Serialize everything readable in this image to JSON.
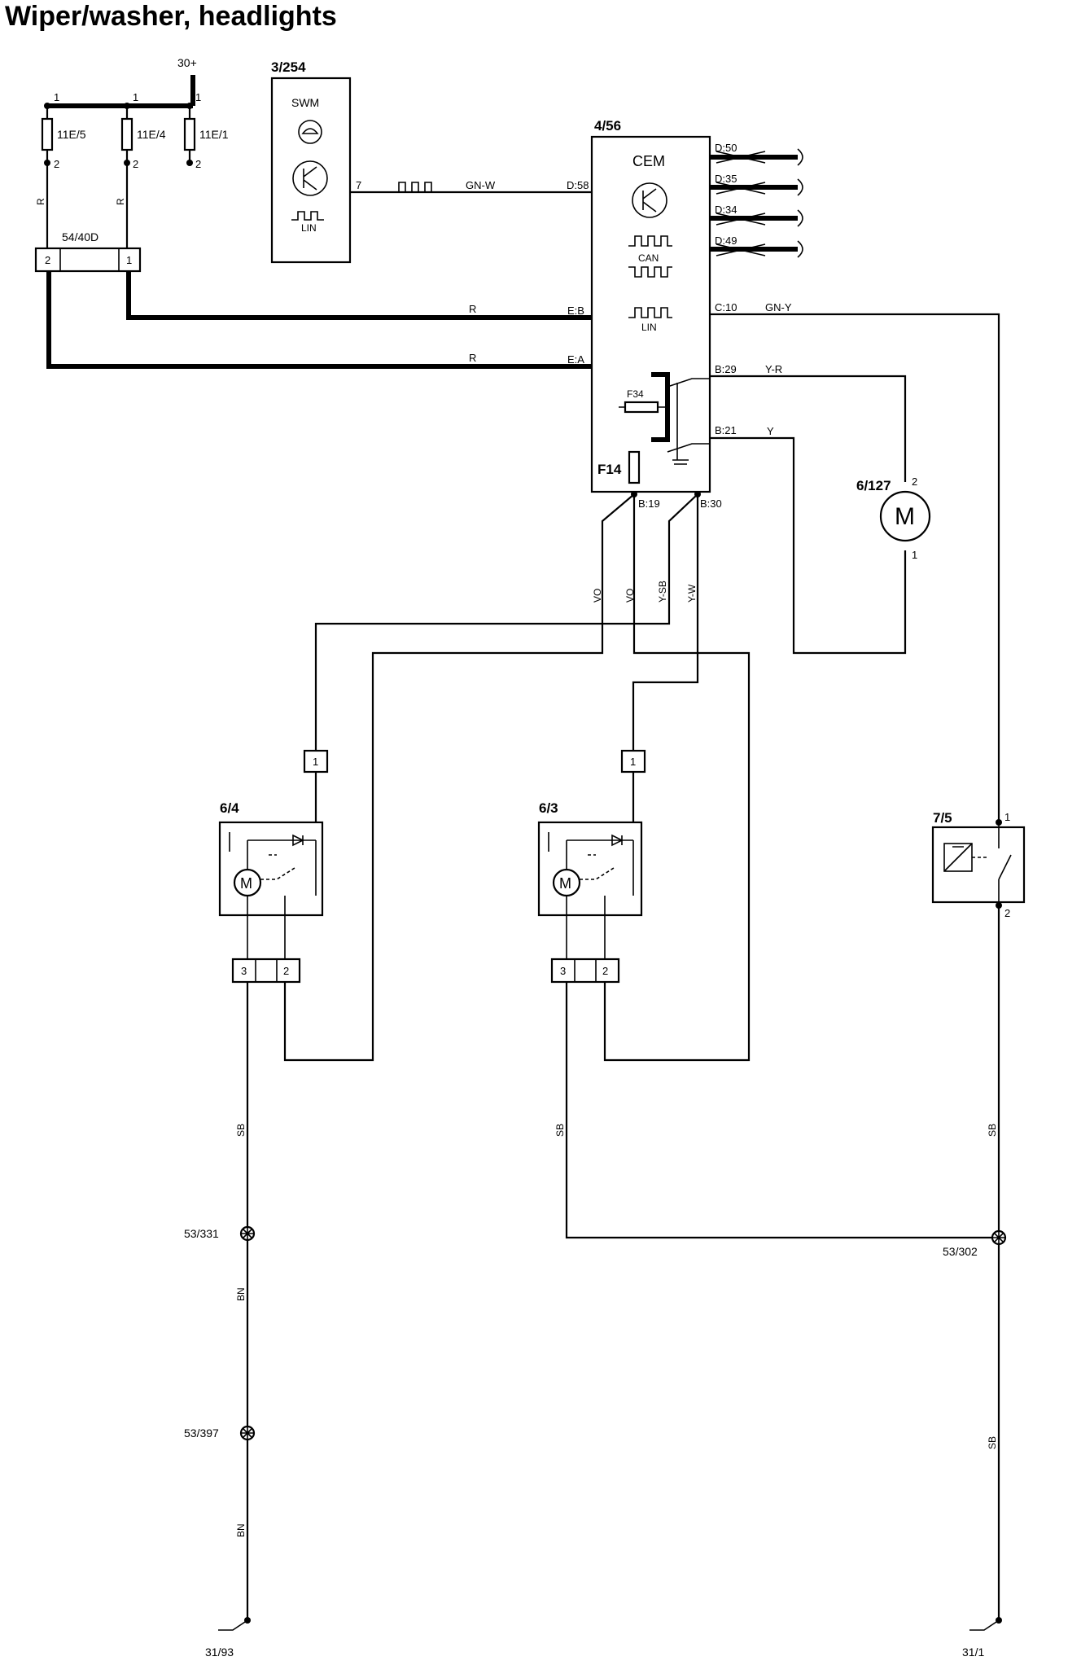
{
  "title": "Wiper/washer, headlights",
  "supply": {
    "battery": "30+",
    "fuses": [
      {
        "id": "11E/5",
        "pin_in": "1",
        "pin_out": "2"
      },
      {
        "id": "11E/4",
        "pin_in": "1",
        "pin_out": "2"
      },
      {
        "id": "11E/1",
        "pin_in": "1",
        "pin_out": "2"
      }
    ],
    "connector": {
      "id": "54/40D",
      "pin_left": "2",
      "pin_right": "1"
    }
  },
  "swm": {
    "id": "3/254",
    "name": "SWM",
    "bus": "LIN",
    "pin": "7"
  },
  "cem": {
    "id": "4/56",
    "name": "CEM",
    "bus_can": "CAN",
    "bus_lin": "LIN",
    "fuse_internal": "F34",
    "fuse_f14": "F14",
    "pins": {
      "d58": "D:58",
      "d50": "D:50",
      "d35": "D:35",
      "d34": "D:34",
      "d49": "D:49",
      "eb": "E:B",
      "ea": "E:A",
      "c10": "C:10",
      "b29": "B:29",
      "b21": "B:21",
      "b19": "B:19",
      "b30": "B:30"
    }
  },
  "wires": {
    "swm_cem": "GN-W",
    "eb": "R",
    "ea": "R",
    "fuse5": "R",
    "fuse4": "R",
    "c10": "GN-Y",
    "b29": "Y-R",
    "b21": "Y",
    "vo1": "VO",
    "vo2": "VO",
    "ysb": "Y-SB",
    "yw": "Y-W",
    "left_sb": "SB",
    "left_bn1": "BN",
    "left_bn2": "BN",
    "mid_sb": "SB",
    "right_sb1": "SB",
    "right_sb2": "SB"
  },
  "pump": {
    "id": "6/127",
    "symbol": "M",
    "pin_top": "2",
    "pin_bottom": "1"
  },
  "motor_left": {
    "id": "6/4",
    "symbol": "M",
    "conn_top": "1",
    "pin_a": "3",
    "pin_b": "2"
  },
  "motor_right": {
    "id": "6/3",
    "symbol": "M",
    "conn_top": "1",
    "pin_a": "3",
    "pin_b": "2"
  },
  "level_switch": {
    "id": "7/5",
    "pin_top": "1",
    "pin_bottom": "2"
  },
  "splices": [
    "53/331",
    "53/397",
    "53/302"
  ],
  "grounds": [
    "31/93",
    "31/1"
  ]
}
